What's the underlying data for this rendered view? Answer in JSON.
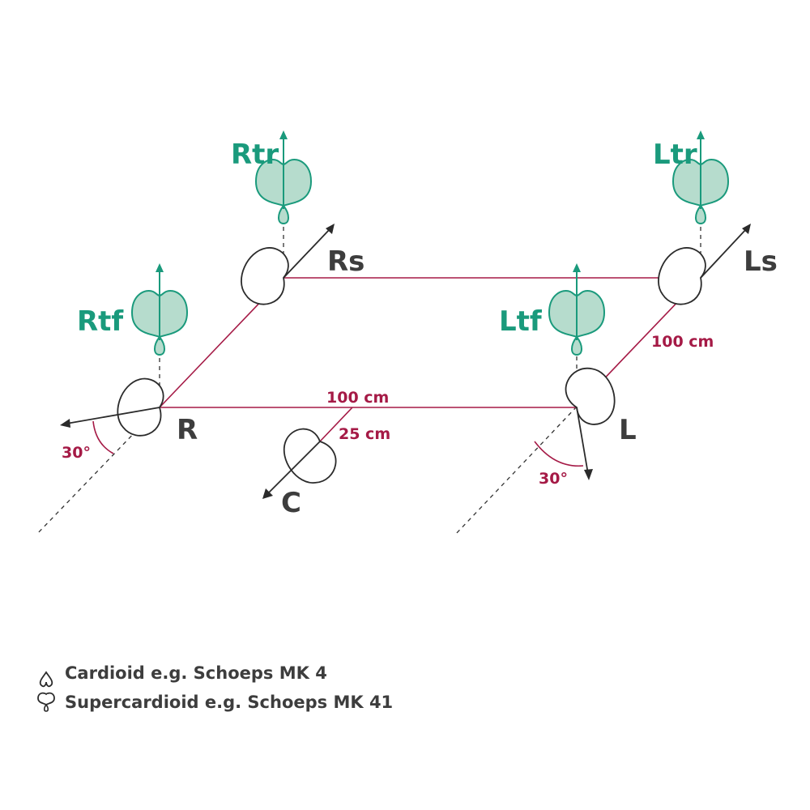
{
  "colors": {
    "accent": "#a51a46",
    "height_mics": "#1a9a7c",
    "height_mic_fill": "#b6dccd",
    "main_mics": "#2b2b2b"
  },
  "microphones": {
    "R": "R",
    "C": "C",
    "L": "L",
    "Rs": "Rs",
    "Ls": "Ls",
    "Rtf": "Rtf",
    "Rtr": "Rtr",
    "Ltf": "Ltf",
    "Ltr": "Ltr"
  },
  "dimensions": {
    "front_width": "100 cm",
    "side_depth": "100 cm",
    "center_offset": "25 cm",
    "angle_right": "30°",
    "angle_left": "30°"
  },
  "legend": {
    "cardioid": "Cardioid e.g. Schoeps MK 4",
    "supercardioid": "Supercardioid e.g. Schoeps MK 41"
  },
  "icons": {
    "cardioid": "cardioid-icon",
    "supercardioid": "supercardioid-icon"
  }
}
